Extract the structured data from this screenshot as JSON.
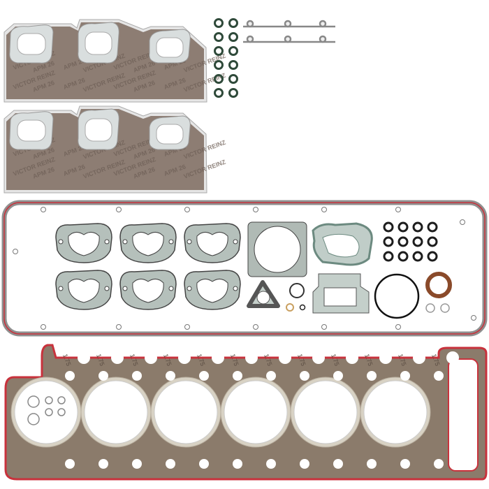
{
  "product": {
    "brand_print": "VICTOR REINZ",
    "code_print": "APM 26",
    "thickness_print": "1.75"
  },
  "colors": {
    "fiber": "#8d7d73",
    "steel": "#d7dcdc",
    "seal_red": "#c8323c",
    "oring_green": "#2f4a3a",
    "oring_black": "#1d1d1d",
    "seal_brown": "#8a4a2a",
    "cover_gray": "#9a9a9a"
  }
}
